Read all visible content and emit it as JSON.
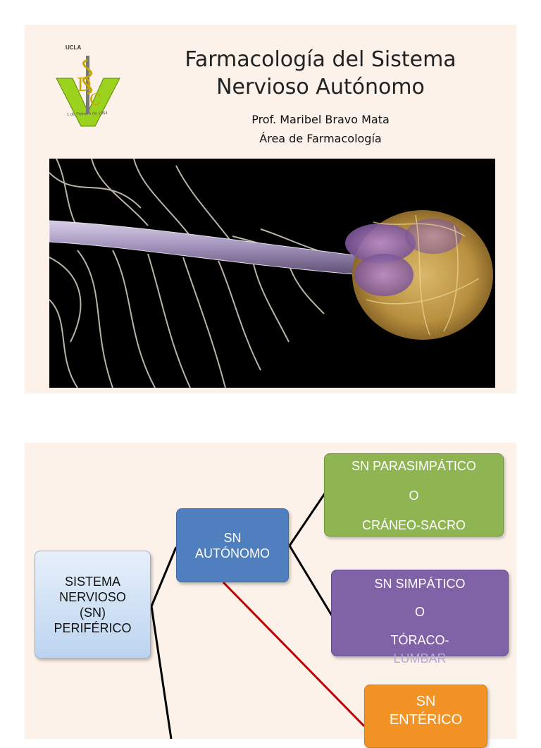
{
  "slide1": {
    "logo": {
      "institution": "UCLA",
      "date": "1 de Febrero de 1964",
      "letters": "DCV"
    },
    "title_line1": "Farmacología del Sistema",
    "title_line2": "Nervioso Autónomo",
    "author": "Prof. Maribel Bravo Mata",
    "department": "Área de Farmacología",
    "image": "nervous-system-brain-spinal-cord-illustration"
  },
  "slide2": {
    "periferico": [
      "SISTEMA",
      "NERVIOSO",
      "(SN)",
      "PERIFÉRICO"
    ],
    "autonomo": [
      "SN",
      "AUTÓNOMO"
    ],
    "parasimpatico": [
      "SN PARASIMPÁTICO",
      "O",
      "CRÁNEO-SACRO"
    ],
    "simpatico": [
      "SN SIMPÁTICO",
      "O",
      "TÓRACO-",
      "LUMBAR"
    ],
    "enterico": [
      "SN",
      "ENTÉRICO"
    ],
    "colors": {
      "periferico": "#c9dcf3",
      "autonomo": "#4f7fbf",
      "parasimpatico": "#8fb553",
      "simpatico": "#8063a6",
      "enterico": "#f39325",
      "enteric_connector": "#c00000"
    }
  }
}
